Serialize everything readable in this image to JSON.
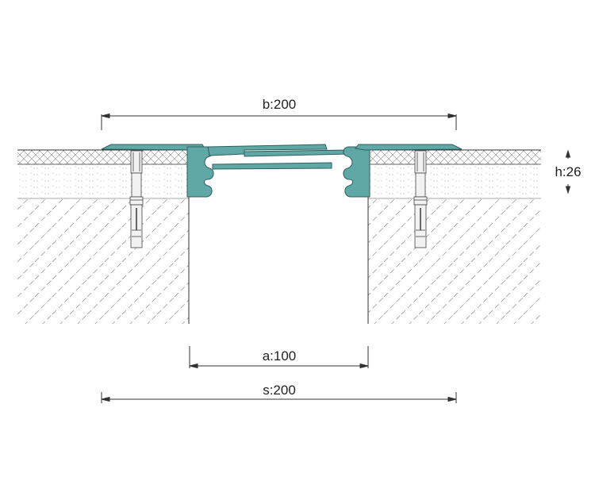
{
  "dimensions": {
    "b": "b:200",
    "h": "h:26",
    "a": "a:100",
    "s": "s:200"
  },
  "colors": {
    "profile_fill": "#5fa8a6",
    "profile_stroke": "#2f5f5d",
    "line": "#333333",
    "hatch": "#8a8a8a",
    "screed_dots": "#9a9a9a"
  }
}
